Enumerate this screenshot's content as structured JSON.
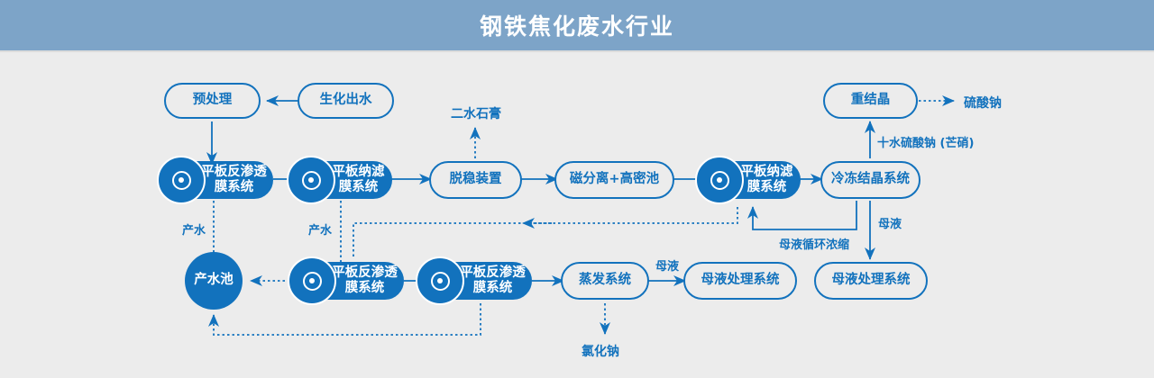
{
  "header": {
    "title": "钢铁焦化废水行业",
    "bar_color": "#7da4c8",
    "title_color": "#ffffff"
  },
  "theme": {
    "accent": "#1272bd",
    "background": "#ececec",
    "node_fill_text": "#ffffff",
    "node_outline_text": "#1272bd"
  },
  "diagram": {
    "type": "process-flowchart",
    "nodes": [
      {
        "id": "biochem_out",
        "label": "生化出水",
        "style": "outline",
        "icon": null
      },
      {
        "id": "pretreat",
        "label": "预处理",
        "style": "outline",
        "icon": null
      },
      {
        "id": "ro1",
        "label": "平板反渗透\n膜系统",
        "line1": "平板反渗透",
        "line2": "膜系统",
        "style": "filled",
        "icon": "target-icon"
      },
      {
        "id": "nf1",
        "label": "平板纳滤\n膜系统",
        "line1": "平板纳滤",
        "line2": "膜系统",
        "style": "filled",
        "icon": "target-icon"
      },
      {
        "id": "destab",
        "label": "脱稳装置",
        "style": "outline",
        "icon": null
      },
      {
        "id": "magsep",
        "label": "磁分离+高密池",
        "style": "outline",
        "icon": null
      },
      {
        "id": "nf2",
        "label": "平板纳滤\n膜系统",
        "line1": "平板纳滤",
        "line2": "膜系统",
        "style": "filled",
        "icon": "target-icon"
      },
      {
        "id": "freeze",
        "label": "冷冻结晶系统",
        "style": "outline",
        "icon": null
      },
      {
        "id": "recrystal",
        "label": "重结晶",
        "style": "outline",
        "icon": null
      },
      {
        "id": "prod_pool",
        "label": "产水池",
        "style": "circle",
        "icon": null
      },
      {
        "id": "ro2",
        "label": "平板反渗透\n膜系统",
        "line1": "平板反渗透",
        "line2": "膜系统",
        "style": "filled",
        "icon": "target-icon"
      },
      {
        "id": "ro3",
        "label": "平板反渗透\n膜系统",
        "line1": "平板反渗透",
        "line2": "膜系统",
        "style": "filled",
        "icon": "target-icon"
      },
      {
        "id": "evaporate",
        "label": "蒸发系统",
        "style": "outline",
        "icon": null
      },
      {
        "id": "motherliq1",
        "label": "母液处理系统",
        "style": "outline",
        "icon": null
      },
      {
        "id": "motherliq2",
        "label": "母液处理系统",
        "style": "outline",
        "icon": null
      }
    ],
    "terminals": [
      {
        "id": "gypsum",
        "label": "二水石膏"
      },
      {
        "id": "sodium_sulfate",
        "label": "硫酸钠"
      },
      {
        "id": "sodium_chloride",
        "label": "氯化钠"
      }
    ],
    "edge_labels": [
      {
        "id": "prodwater_1",
        "label": "产水"
      },
      {
        "id": "prodwater_2",
        "label": "产水"
      },
      {
        "id": "mirabilite",
        "label": "十水硫酸钠 (芒硝)"
      },
      {
        "id": "motherliq_a",
        "label": "母液"
      },
      {
        "id": "motherliq_b",
        "label": "母液"
      },
      {
        "id": "recirc",
        "label": "母液循环浓缩"
      }
    ],
    "edges": [
      {
        "from": "biochem_out",
        "to": "pretreat",
        "style": "solid"
      },
      {
        "from": "pretreat",
        "to": "ro1",
        "style": "solid"
      },
      {
        "from": "ro1",
        "to": "nf1",
        "style": "solid"
      },
      {
        "from": "nf1",
        "to": "destab",
        "style": "solid"
      },
      {
        "from": "destab",
        "to": "gypsum",
        "style": "dotted"
      },
      {
        "from": "destab",
        "to": "magsep",
        "style": "solid"
      },
      {
        "from": "magsep",
        "to": "nf2",
        "style": "solid"
      },
      {
        "from": "nf2",
        "to": "freeze",
        "style": "solid"
      },
      {
        "from": "freeze",
        "to": "recrystal",
        "style": "solid",
        "label": "十水硫酸钠 (芒硝)"
      },
      {
        "from": "recrystal",
        "to": "sodium_sulfate",
        "style": "dotted"
      },
      {
        "from": "freeze",
        "to": "motherliq2",
        "style": "solid",
        "label": "母液"
      },
      {
        "from": "freeze",
        "to": "nf2",
        "style": "solid",
        "label": "母液循环浓缩"
      },
      {
        "from": "ro1",
        "to": "prod_pool",
        "style": "dotted",
        "label": "产水"
      },
      {
        "from": "nf1",
        "to": "ro2",
        "style": "dotted",
        "label": "产水"
      },
      {
        "from": "ro2",
        "to": "prod_pool",
        "style": "dotted"
      },
      {
        "from": "ro2",
        "to": "ro3",
        "style": "solid"
      },
      {
        "from": "ro3",
        "to": "evaporate",
        "style": "solid"
      },
      {
        "from": "ro3",
        "to": "prod_pool",
        "style": "dotted"
      },
      {
        "from": "ro2",
        "to": "nf2",
        "style": "dotted"
      },
      {
        "from": "evaporate",
        "to": "motherliq1",
        "style": "solid",
        "label": "母液"
      },
      {
        "from": "evaporate",
        "to": "sodium_chloride",
        "style": "dotted"
      }
    ]
  }
}
